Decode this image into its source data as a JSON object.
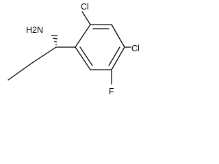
{
  "structure": {
    "atoms": {
      "amine": "H2N",
      "chloro_top": "Cl",
      "chloro_right": "Cl",
      "fluoro": "F"
    }
  }
}
